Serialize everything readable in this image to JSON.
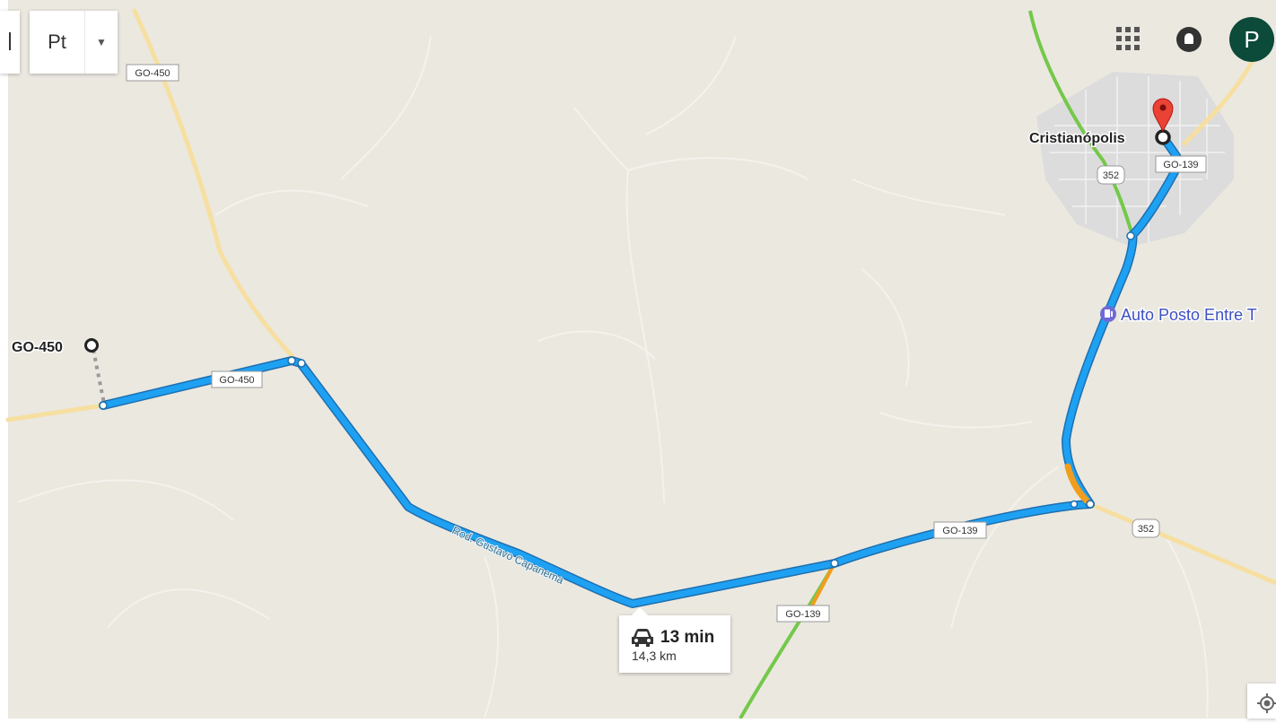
{
  "toolbar": {
    "language": "Pt"
  },
  "places": {
    "origin": "GO-450",
    "destination": "Cristianópolis",
    "poi": "Auto Posto Entre T"
  },
  "roads": {
    "shield_go450_top": "GO-450",
    "shield_go450_mid": "GO-450",
    "shield_go139_top": "GO-139",
    "shield_go139_mid": "GO-139",
    "shield_go139_low": "GO-139",
    "shield_352_a": "352",
    "shield_352_b": "352",
    "route_street": "Rod. Gustavo Capanema"
  },
  "route": {
    "time": "13 min",
    "distance": "14,3 km"
  },
  "user": {
    "initial": "P"
  },
  "icons": {
    "apps": "apps-grid-icon",
    "notifications": "bell-icon",
    "mode": "car-icon",
    "locate": "my-location-icon",
    "fuel": "gas-station-icon"
  },
  "colors": {
    "map_background": "#ebe8e0",
    "route": "#1ea1f2",
    "traffic_slow": "#f19d1d",
    "traffic_free": "#74c84a",
    "highway": "#f6dfa0",
    "destination_pin": "#ea4335",
    "avatar": "#0c4a3a",
    "poi_text": "#3c4fc4"
  }
}
